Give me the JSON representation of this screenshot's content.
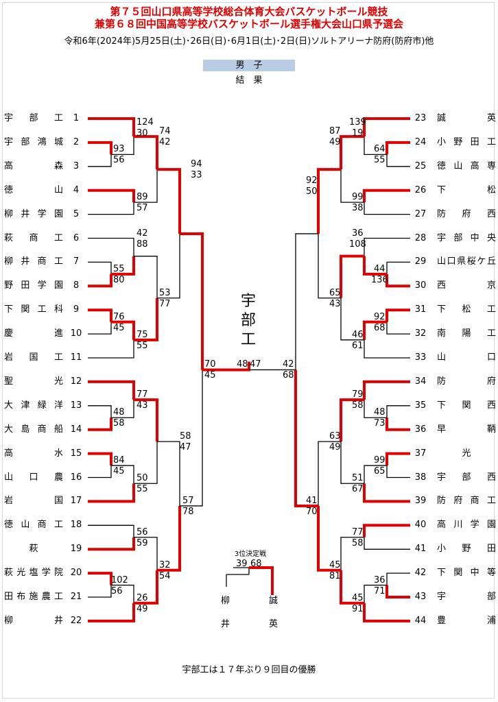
{
  "title1": "第７５回山口県高等学校総合体育大会バスケットボール競技",
  "title2": "兼第６８回中国高等学校バスケットボール選手権大会山口県予選会",
  "dates": "令和6年(2024年)5月25日(土)･26日(日)･6月1日(土)･2日(日)ソルトアリーナ防府(防府市)他",
  "division": "男　子",
  "result_label": "結　果",
  "champion": [
    "宇",
    "部",
    "工"
  ],
  "footer": "宇部工は１７年ぶり９回目の優勝",
  "third_place": {
    "label": "3位決定戦",
    "left_score": "39",
    "right_score": "68",
    "left_name": [
      "柳",
      "井"
    ],
    "right_name": [
      "誠",
      "英"
    ]
  },
  "left_teams": [
    {
      "seed": "1",
      "name": [
        "宇",
        "部",
        "工"
      ]
    },
    {
      "seed": "2",
      "name": [
        "宇",
        "部",
        "鴻",
        "城"
      ]
    },
    {
      "seed": "3",
      "name": [
        "高",
        "森"
      ]
    },
    {
      "seed": "4",
      "name": [
        "徳",
        "山"
      ]
    },
    {
      "seed": "5",
      "name": [
        "柳",
        "井",
        "学",
        "園"
      ]
    },
    {
      "seed": "6",
      "name": [
        "萩",
        "商",
        "工"
      ]
    },
    {
      "seed": "7",
      "name": [
        "柳",
        "井",
        "商",
        "工"
      ]
    },
    {
      "seed": "8",
      "name": [
        "野",
        "田",
        "学",
        "園"
      ]
    },
    {
      "seed": "9",
      "name": [
        "下",
        "関",
        "工",
        "科"
      ]
    },
    {
      "seed": "10",
      "name": [
        "慶",
        "進"
      ]
    },
    {
      "seed": "11",
      "name": [
        "岩",
        "国",
        "工"
      ]
    },
    {
      "seed": "12",
      "name": [
        "聖",
        "光"
      ]
    },
    {
      "seed": "13",
      "name": [
        "大",
        "津",
        "緑",
        "洋"
      ]
    },
    {
      "seed": "14",
      "name": [
        "大",
        "島",
        "商",
        "船"
      ]
    },
    {
      "seed": "15",
      "name": [
        "高",
        "水"
      ]
    },
    {
      "seed": "16",
      "name": [
        "山",
        "口",
        "農"
      ]
    },
    {
      "seed": "17",
      "name": [
        "岩",
        "国"
      ]
    },
    {
      "seed": "18",
      "name": [
        "徳",
        "山",
        "商",
        "工"
      ]
    },
    {
      "seed": "19",
      "name": [
        "萩"
      ]
    },
    {
      "seed": "20",
      "name": [
        "萩",
        "光",
        "塩",
        "学",
        "院"
      ]
    },
    {
      "seed": "21",
      "name": [
        "田",
        "布",
        "施",
        "農",
        "工"
      ]
    },
    {
      "seed": "22",
      "name": [
        "柳",
        "井"
      ]
    }
  ],
  "right_teams": [
    {
      "seed": "23",
      "name": [
        "誠",
        "英"
      ]
    },
    {
      "seed": "24",
      "name": [
        "小",
        "野",
        "田",
        "工"
      ]
    },
    {
      "seed": "25",
      "name": [
        "徳",
        "山",
        "高",
        "専"
      ]
    },
    {
      "seed": "26",
      "name": [
        "下",
        "松"
      ]
    },
    {
      "seed": "27",
      "name": [
        "防",
        "府",
        "西"
      ]
    },
    {
      "seed": "28",
      "name": [
        "宇",
        "部",
        "中",
        "央"
      ]
    },
    {
      "seed": "29",
      "name": [
        "山",
        "口",
        "県",
        "桜",
        "ケ",
        "丘"
      ]
    },
    {
      "seed": "30",
      "name": [
        "西",
        "京"
      ]
    },
    {
      "seed": "31",
      "name": [
        "下",
        "松",
        "工"
      ]
    },
    {
      "seed": "32",
      "name": [
        "南",
        "陽",
        "工"
      ]
    },
    {
      "seed": "33",
      "name": [
        "山",
        "口"
      ]
    },
    {
      "seed": "34",
      "name": [
        "防",
        "府"
      ]
    },
    {
      "seed": "35",
      "name": [
        "下",
        "関",
        "西"
      ]
    },
    {
      "seed": "36",
      "name": [
        "早",
        "鞆"
      ]
    },
    {
      "seed": "37",
      "name": [
        "光"
      ]
    },
    {
      "seed": "38",
      "name": [
        "宇",
        "部",
        "西"
      ]
    },
    {
      "seed": "39",
      "name": [
        "防",
        "府",
        "商",
        "工"
      ]
    },
    {
      "seed": "40",
      "name": [
        "高",
        "川",
        "学",
        "園"
      ]
    },
    {
      "seed": "41",
      "name": [
        "小",
        "野",
        "田"
      ]
    },
    {
      "seed": "42",
      "name": [
        "下",
        "関",
        "中",
        "等"
      ]
    },
    {
      "seed": "43",
      "name": [
        "宇",
        "部"
      ]
    },
    {
      "seed": "44",
      "name": [
        "豊",
        "浦"
      ]
    }
  ],
  "scores": {
    "s1": "124",
    "s2": "30",
    "s3": "93",
    "s4": "56",
    "s5": "74",
    "s6": "42",
    "s7": "89",
    "s8": "57",
    "s9": "94",
    "s10": "33",
    "s11": "42",
    "s12": "88",
    "s13": "55",
    "s14": "80",
    "s15": "53",
    "s16": "77",
    "s17": "76",
    "s18": "45",
    "s19": "75",
    "s20": "55",
    "s21": "70",
    "s22": "45",
    "s23": "48",
    "s24": "47",
    "s25": "77",
    "s26": "43",
    "s27": "48",
    "s28": "58",
    "s29": "58",
    "s30": "47",
    "s31": "84",
    "s32": "45",
    "s33": "50",
    "s34": "55",
    "s35": "57",
    "s36": "78",
    "s37": "56",
    "s38": "59",
    "s39": "32",
    "s40": "54",
    "s41": "102",
    "s42": "56",
    "s43": "26",
    "s44": "49",
    "r1": "139",
    "r2": "19",
    "r3": "64",
    "r4": "55",
    "r5": "87",
    "r6": "49",
    "r7": "99",
    "r8": "38",
    "r9": "92",
    "r10": "50",
    "r11": "36",
    "r12": "108",
    "r13": "44",
    "r14": "136",
    "r15": "65",
    "r16": "43",
    "r17": "92",
    "r18": "68",
    "r19": "46",
    "r20": "61",
    "r21": "42",
    "r22": "68",
    "r25": "79",
    "r26": "58",
    "r27": "48",
    "r28": "73",
    "r29": "63",
    "r30": "49",
    "r31": "99",
    "r32": "65",
    "r33": "51",
    "r34": "67",
    "r35": "41",
    "r36": "70",
    "r37": "77",
    "r38": "58",
    "r39": "45",
    "r40": "81",
    "r41": "36",
    "r42": "71",
    "r43": "45",
    "r44": "91"
  },
  "colors": {
    "win": "#e00000",
    "lose": "#000000",
    "title": "#e00000",
    "division_bg": "#b8cce4"
  }
}
